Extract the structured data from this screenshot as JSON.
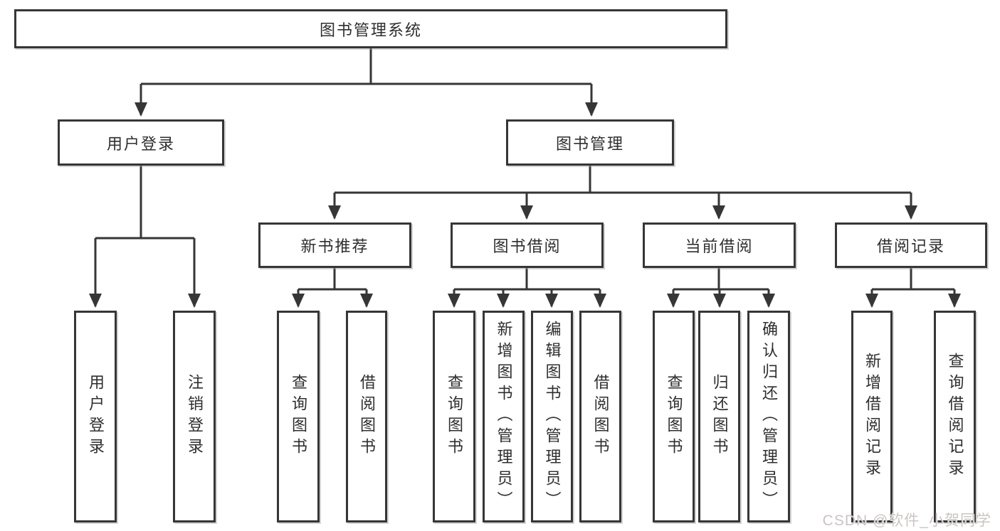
{
  "diagram_type": "hierarchy-tree",
  "colors": {
    "line": "#363636",
    "box_border": "#363636",
    "text": "#2e2e2e",
    "watermark_text": "#ccc4c4",
    "background": "#ffffff"
  },
  "tree": {
    "label": "图书管理系统",
    "children": [
      {
        "label": "用户登录",
        "children": [
          {
            "label": "用户登录"
          },
          {
            "label": "注销登录"
          }
        ]
      },
      {
        "label": "图书管理",
        "children": [
          {
            "label": "新书推荐",
            "children": [
              {
                "label": "查询图书"
              },
              {
                "label": "借阅图书"
              }
            ]
          },
          {
            "label": "图书借阅",
            "children": [
              {
                "label": "查询图书"
              },
              {
                "label": "新增图书（管理员）"
              },
              {
                "label": "编辑图书（管理员）"
              },
              {
                "label": "借阅图书"
              }
            ]
          },
          {
            "label": "当前借阅",
            "children": [
              {
                "label": "查询图书"
              },
              {
                "label": "归还图书"
              },
              {
                "label": "确认归还（管理员）"
              }
            ]
          },
          {
            "label": "借阅记录",
            "children": [
              {
                "label": "新增借阅记录"
              },
              {
                "label": "查询借阅记录"
              }
            ]
          }
        ]
      }
    ]
  },
  "watermark": {
    "text": "CSDN @软件_小贺同学"
  }
}
